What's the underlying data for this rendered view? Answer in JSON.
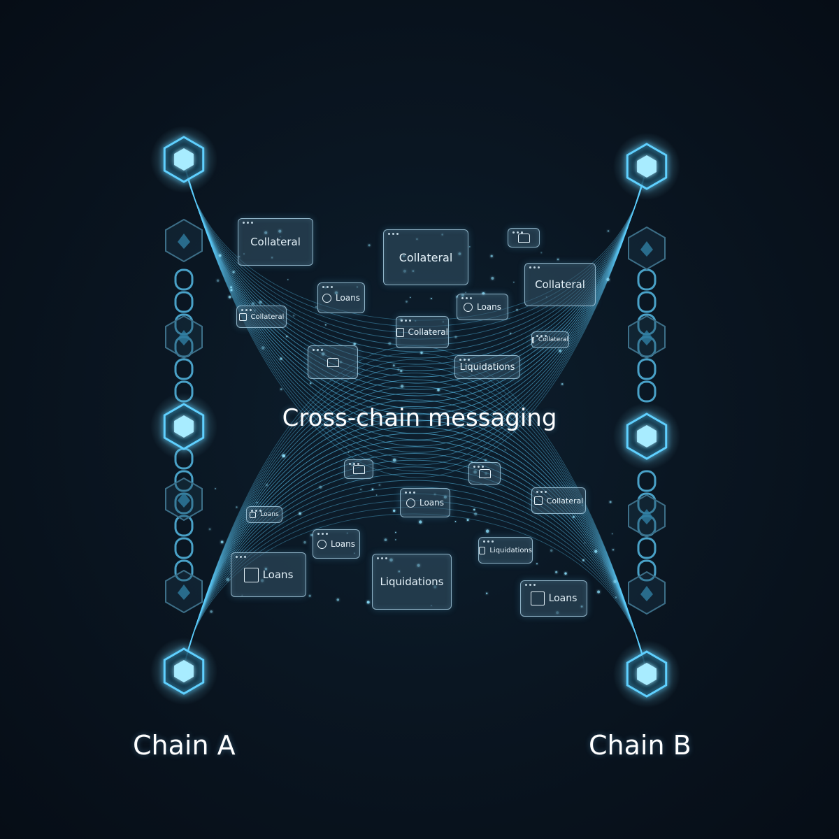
{
  "diagram": {
    "center_label": "Cross-chain messaging",
    "chain_a_label": "Chain A",
    "chain_b_label": "Chain B",
    "top_messages": [
      {
        "text": "Collateral",
        "icon": "none"
      },
      {
        "text": "Collateral",
        "icon": "none"
      },
      {
        "text": "",
        "icon": "wallet-icon"
      },
      {
        "text": "Collateral",
        "icon": "none"
      },
      {
        "text": "Loans",
        "icon": "coin-icon"
      },
      {
        "text": "Loans",
        "icon": "coin-icon"
      },
      {
        "text": "Collateral",
        "icon": "document-icon"
      },
      {
        "text": "Collateral",
        "icon": "document-icon"
      },
      {
        "text": "Collateral",
        "icon": "document-icon"
      },
      {
        "text": "",
        "icon": "wallet-icon"
      },
      {
        "text": "Liquidations",
        "icon": "none"
      }
    ],
    "bottom_messages": [
      {
        "text": "",
        "icon": "wallet-icon"
      },
      {
        "text": "",
        "icon": "wallet-icon"
      },
      {
        "text": "Loans",
        "icon": "coin-icon"
      },
      {
        "text": "Collateral",
        "icon": "document-icon"
      },
      {
        "text": "Loans",
        "icon": "document-icon"
      },
      {
        "text": "Loans",
        "icon": "coin-icon"
      },
      {
        "text": "Liquidations",
        "icon": "document-icon"
      },
      {
        "text": "Loans",
        "icon": "diamond-icon"
      },
      {
        "text": "Liquidations",
        "icon": "none"
      },
      {
        "text": "Loans",
        "icon": "diamond-icon"
      }
    ],
    "colors": {
      "background": "#0a1622",
      "accent": "#5fd0ff",
      "node_glow": "#a8ecff",
      "text": "#ffffff"
    }
  }
}
